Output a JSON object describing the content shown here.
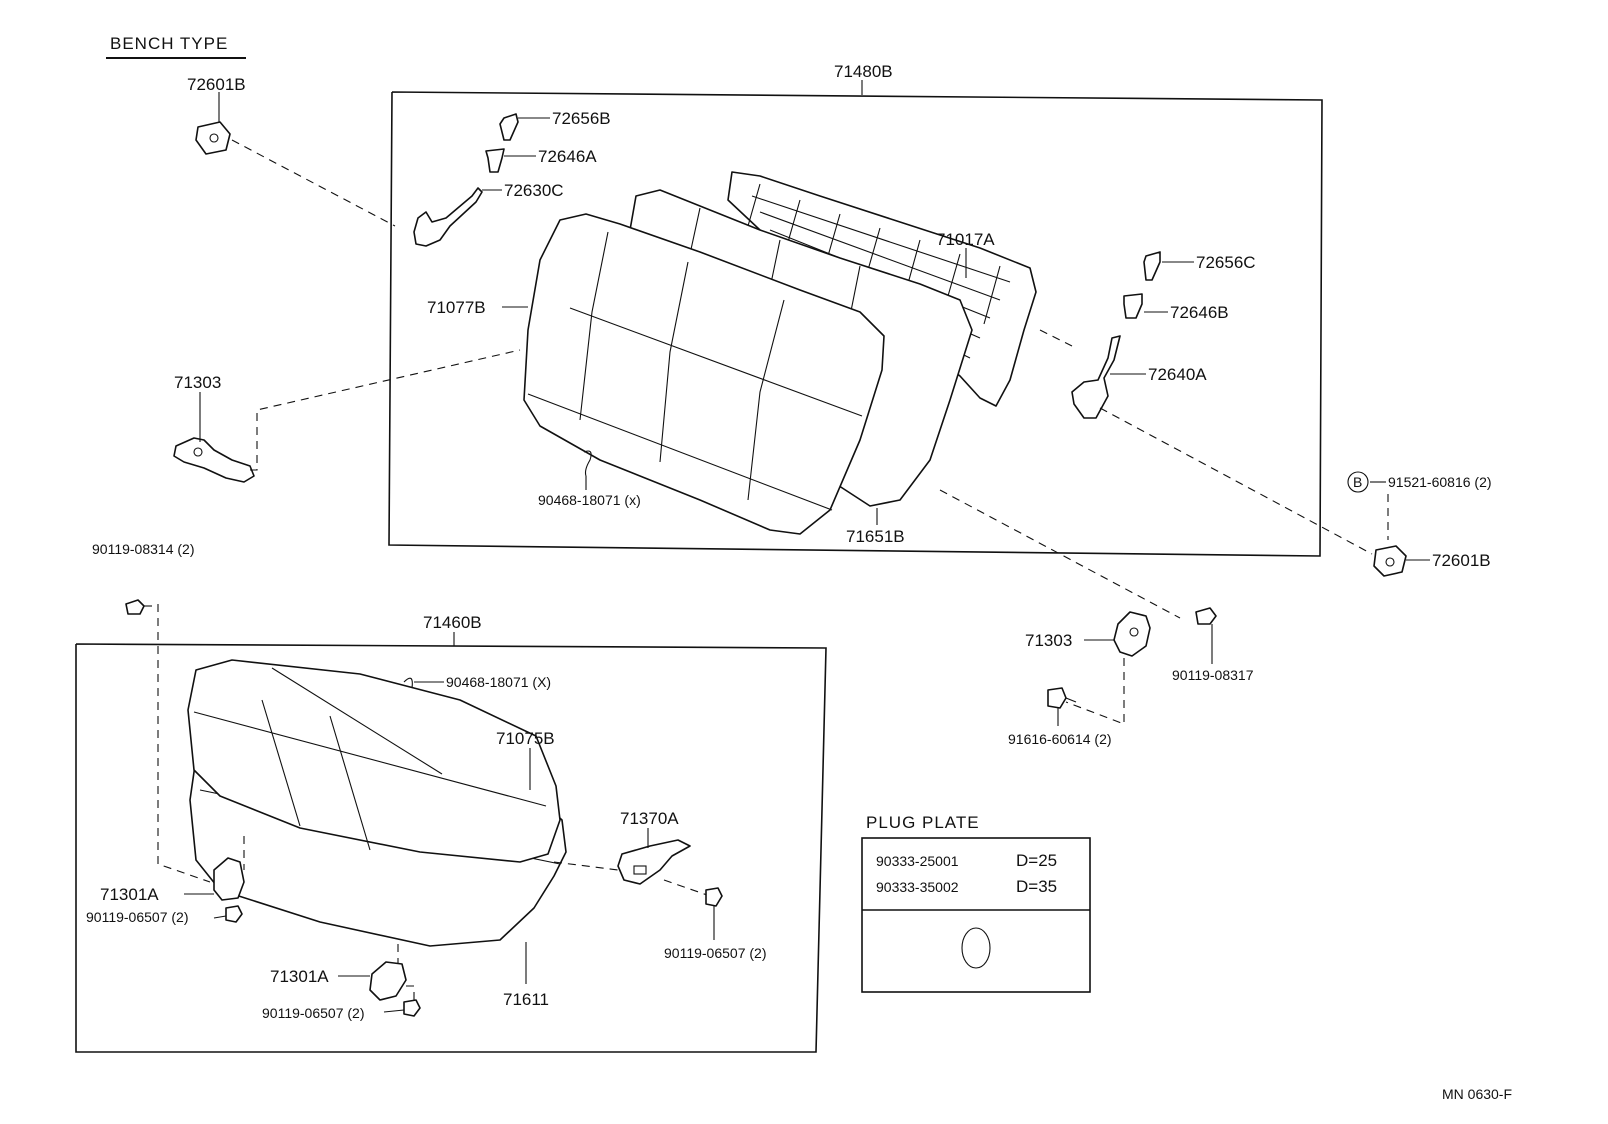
{
  "header": {
    "title": "BENCH TYPE"
  },
  "footer": {
    "code": "MN 0630-F"
  },
  "groups": {
    "seatback_assembly": "71480B",
    "cushion_assembly": "71460B"
  },
  "parts": {
    "hinge_top_left": "72601B",
    "pin_upper_left": "72656B",
    "bushing_upper_left": "72646A",
    "lock_rod_left": "72630C",
    "seatback_cover": "71077B",
    "seatback_frame": "71017A",
    "pin_right": "72656C",
    "bushing_right": "72646B",
    "lock_rod_right": "72640A",
    "bracket_left": "71303",
    "hog_ring_back": "90468-18071 (x)",
    "seatback_pad": "71651B",
    "bolt_b": "91521-60816 (2)",
    "hinge_right": "72601B",
    "bolt_left_top": "90119-08314 (2)",
    "bracket_right": "71303",
    "bolt_right_bracket": "90119-08317",
    "bolt_lower_right": "91616-60614 (2)",
    "hog_ring_cushion": "90468-18071 (X)",
    "cushion_cover": "71075B",
    "cushion_hook": "71370A",
    "bracket_cushion_left": "71301A",
    "bolt_cushion_left": "90119-06507 (2)",
    "bolt_cushion_right": "90119-06507 (2)",
    "bracket_cushion_center": "71301A",
    "bolt_cushion_center": "90119-06507 (2)",
    "cushion_pad": "71611"
  },
  "callout_b": "B",
  "plug_plate": {
    "title": "PLUG  PLATE",
    "rows": [
      {
        "part": "90333-25001",
        "size": "D=25"
      },
      {
        "part": "90333-35002",
        "size": "D=35"
      }
    ]
  }
}
